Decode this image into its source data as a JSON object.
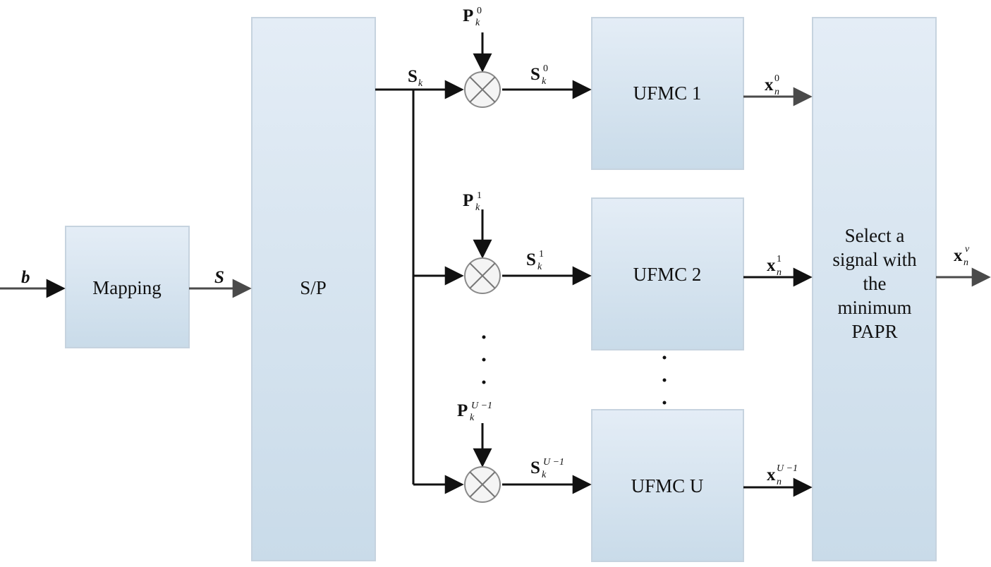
{
  "blocks": {
    "mapping": "Mapping",
    "sp": "S/P",
    "ufmc1": "UFMC 1",
    "ufmc2": "UFMC 2",
    "ufmcU": "UFMC U",
    "select": [
      "Select a",
      "signal with",
      "the",
      "minimum",
      "PAPR"
    ]
  },
  "signals": {
    "b": "b",
    "S": "S",
    "Sk": {
      "base": "S",
      "sub": "k"
    },
    "P0": {
      "base": "P",
      "sub": "k",
      "sup": "0"
    },
    "P1": {
      "base": "P",
      "sub": "k",
      "sup": "1"
    },
    "PU": {
      "base": "P",
      "sub": "k",
      "sup": "U −1"
    },
    "S0": {
      "base": "S",
      "sub": "k",
      "sup": "0"
    },
    "S1": {
      "base": "S",
      "sub": "k",
      "sup": "1"
    },
    "SU": {
      "base": "S",
      "sub": "k",
      "sup": "U −1"
    },
    "x0": {
      "base": "x",
      "sub": "n",
      "sup": "0"
    },
    "x1": {
      "base": "x",
      "sub": "n",
      "sup": "1"
    },
    "xU": {
      "base": "x",
      "sub": "n",
      "sup": "U −1"
    },
    "xv": {
      "base": "x",
      "sub": "n",
      "sup": "v"
    }
  },
  "colors": {
    "block_fill_top": "#e4edf6",
    "block_fill_bottom": "#c9dbe9",
    "block_border": "#c6d3df"
  }
}
